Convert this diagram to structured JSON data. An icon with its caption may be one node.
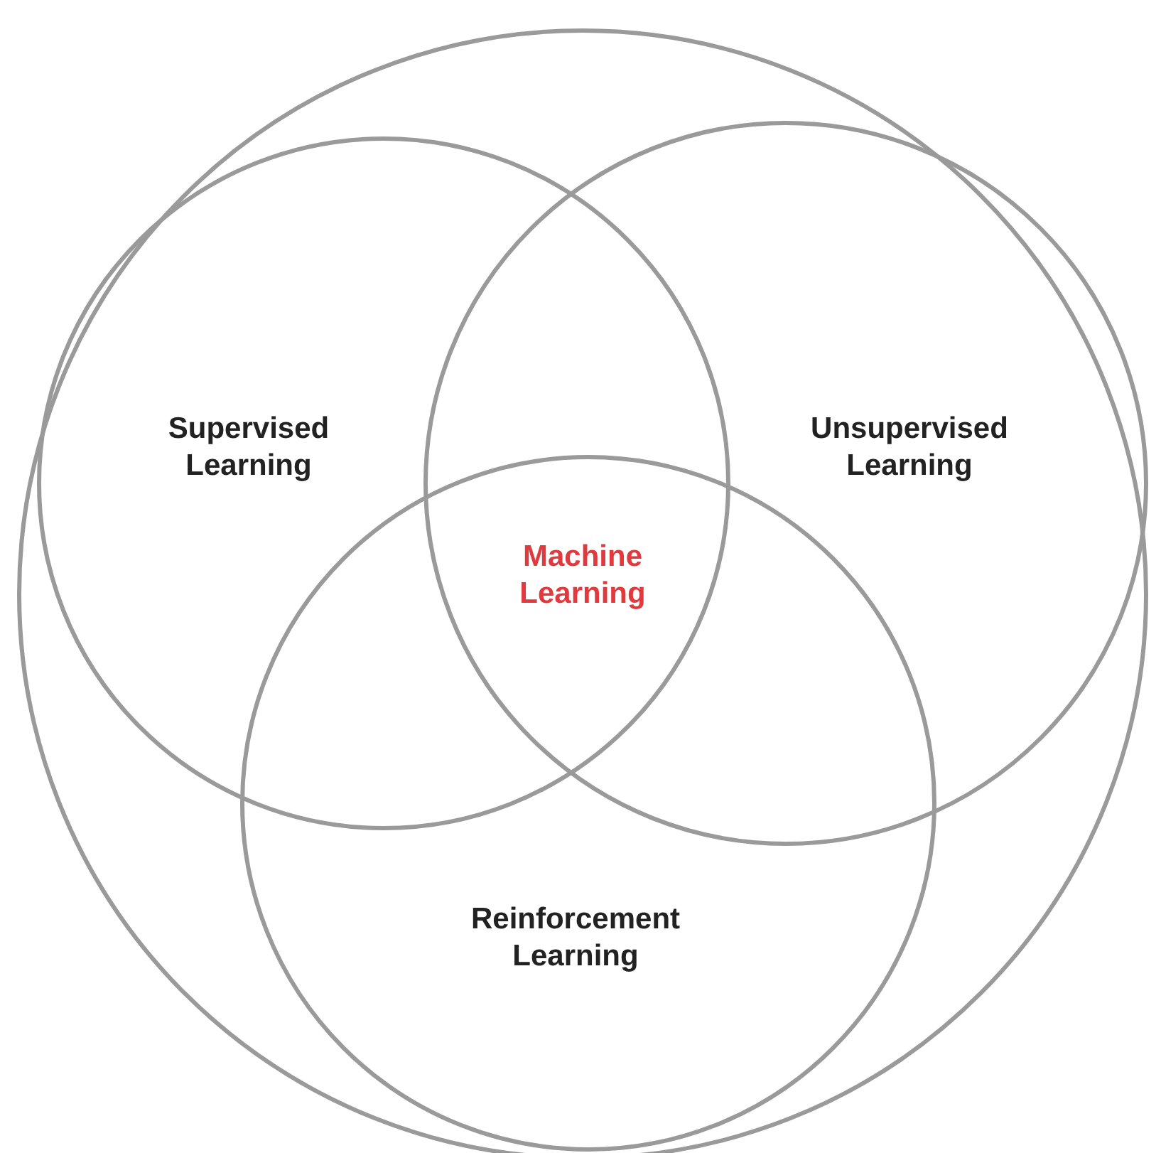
{
  "diagram": {
    "nodes": [
      {
        "text": [],
        "shape": "circle"
      },
      {
        "text": [
          "Supervised Learning"
        ],
        "in": 0
      },
      {
        "text": [
          "Unsupervised Learning"
        ],
        "in": 0
      },
      {
        "text": [
          "Reinforcement Learning"
        ],
        "in": 0
      }
    ],
    "edges": [],
    "labels": [
      "Machine Learning"
    ]
  }
}
